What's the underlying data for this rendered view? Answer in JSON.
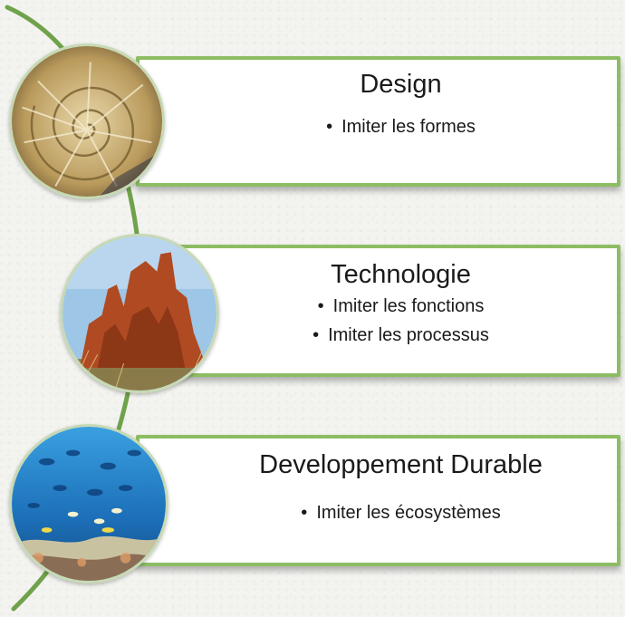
{
  "items": [
    {
      "title": "Design",
      "bullets": [
        "Imiter les formes"
      ],
      "image": "nautilus-shell"
    },
    {
      "title": "Technologie",
      "bullets": [
        "Imiter les fonctions",
        "Imiter les processus"
      ],
      "image": "termite-mound"
    },
    {
      "title": "Developpement Durable",
      "bullets": [
        "Imiter les écosystèmes"
      ],
      "image": "coral-reef"
    }
  ],
  "colors": {
    "accent": "#8dbd63",
    "connector": "#6fa24a",
    "text": "#1a1a1a"
  }
}
